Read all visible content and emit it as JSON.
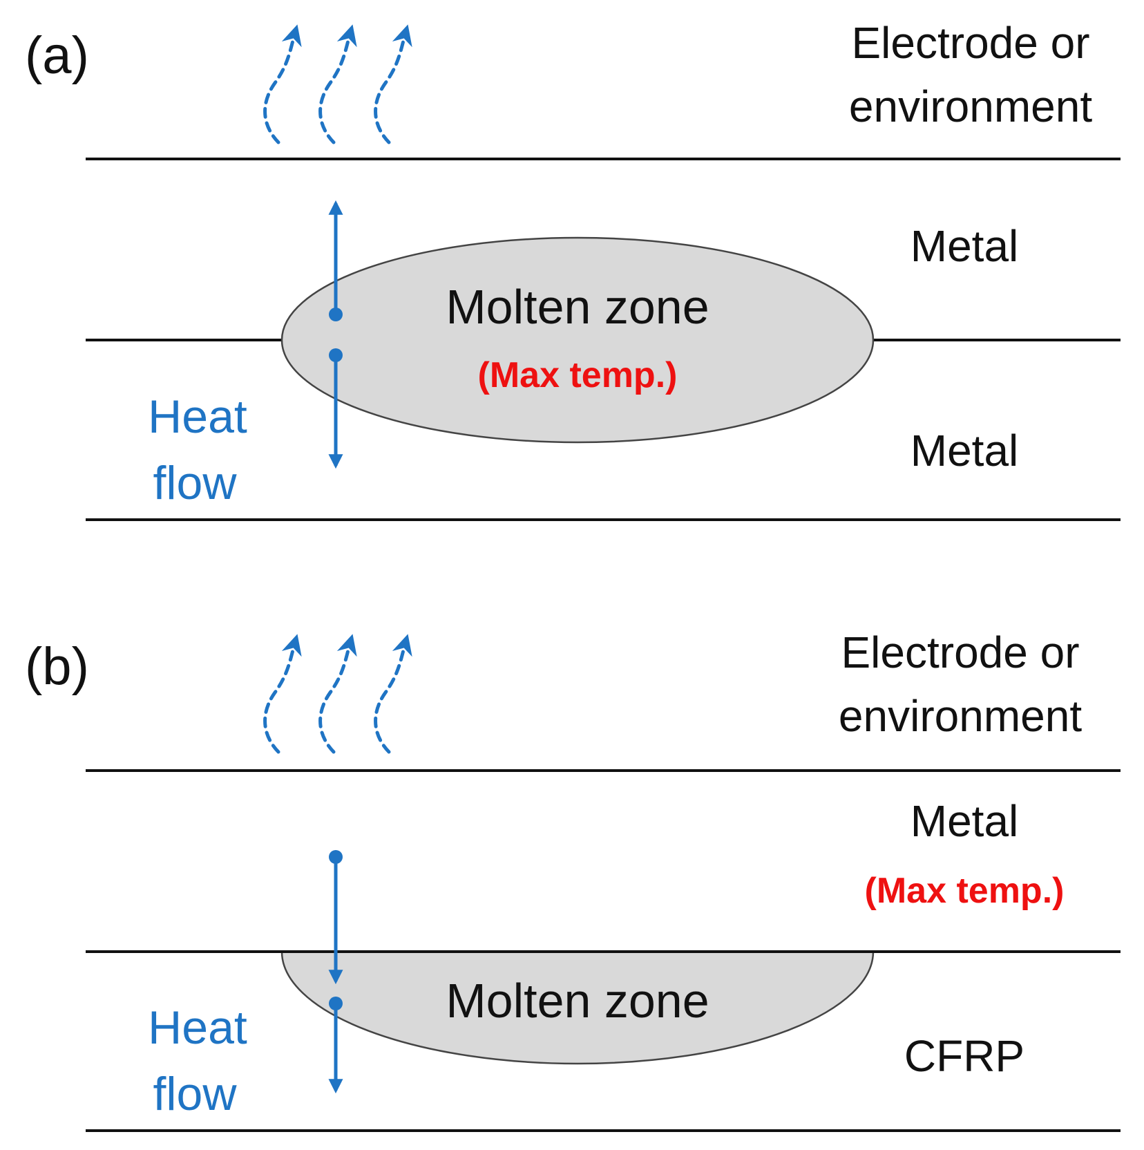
{
  "colors": {
    "line": "#111111",
    "heat": "#1f74c4",
    "max_temp": "#ee1111",
    "molten_fill": "#d9d9d9",
    "molten_stroke": "#444444"
  },
  "icons": {
    "heat_radiation": "wavy-dashed-arrow-icon",
    "heat_flow": "heat-flow-arrow-icon"
  },
  "panel_a": {
    "label": "(a)",
    "top_region": [
      "Electrode or",
      "environment"
    ],
    "upper_layer": "Metal",
    "lower_layer": "Metal",
    "molten_zone": "Molten zone",
    "max_temp": "(Max temp.)",
    "heat_flow": [
      "Heat",
      "flow"
    ]
  },
  "panel_b": {
    "label": "(b)",
    "top_region": [
      "Electrode or",
      "environment"
    ],
    "upper_layer": "Metal",
    "max_temp": "(Max temp.)",
    "molten_zone": "Molten zone",
    "lower_layer": "CFRP",
    "heat_flow": [
      "Heat",
      "flow"
    ]
  }
}
